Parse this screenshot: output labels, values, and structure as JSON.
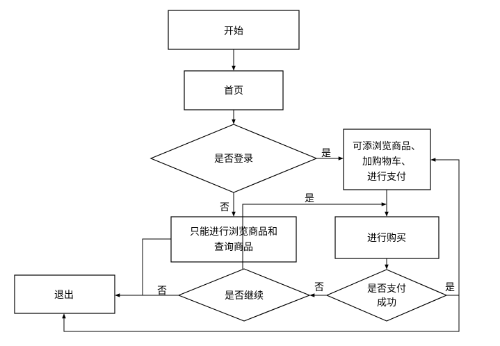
{
  "diagram": {
    "nodes": {
      "start": "开始",
      "home": "首页",
      "login_check": "是否登录",
      "full_access": [
        "可添浏览商品、",
        "加购物车、",
        "进行支付"
      ],
      "browse_only": [
        "只能进行浏览商品和",
        "查询商品"
      ],
      "purchase": "进行购买",
      "pay_success": [
        "是否支付",
        "成功"
      ],
      "continue_check": "是否继续",
      "exit": "退出"
    },
    "edge_labels": {
      "login_yes": "是",
      "login_no": "否",
      "continue_yes": "是",
      "continue_no": "否",
      "pay_yes": "是",
      "pay_no": "否"
    }
  }
}
